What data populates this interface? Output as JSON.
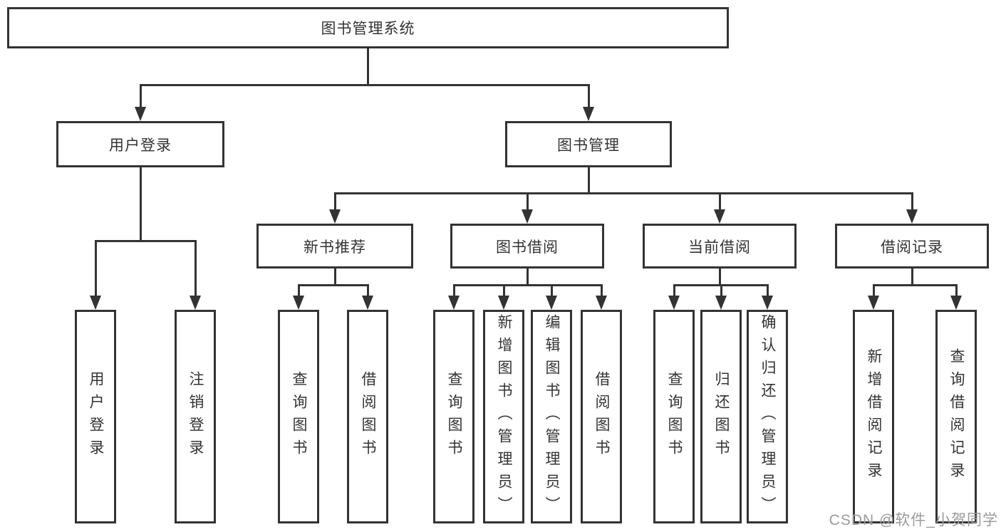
{
  "diagram": {
    "nodes": {
      "root": "图书管理系统",
      "user_login": "用户登录",
      "book_mgmt": "图书管理",
      "new_book_rec": "新书推荐",
      "book_borrow": "图书借阅",
      "current_borrow": "当前借阅",
      "borrow_record": "借阅记录"
    },
    "leaves": {
      "user_login": [
        "用户登录",
        "注销登录"
      ],
      "new_book_rec": [
        "查询图书",
        "借阅图书"
      ],
      "book_borrow": [
        "查询图书",
        "新增图书（管理员）",
        "编辑图书（管理员）",
        "借阅图书"
      ],
      "current_borrow": [
        "查询图书",
        "归还图书",
        "确认归还（管理员）"
      ],
      "borrow_record": [
        "新增借阅记录",
        "查询借阅记录"
      ]
    }
  },
  "watermark": {
    "text": "CSDN @软件_小贺同学",
    "color": "#9b9b9b"
  },
  "colors": {
    "line": "#333333",
    "background": "#ffffff"
  }
}
